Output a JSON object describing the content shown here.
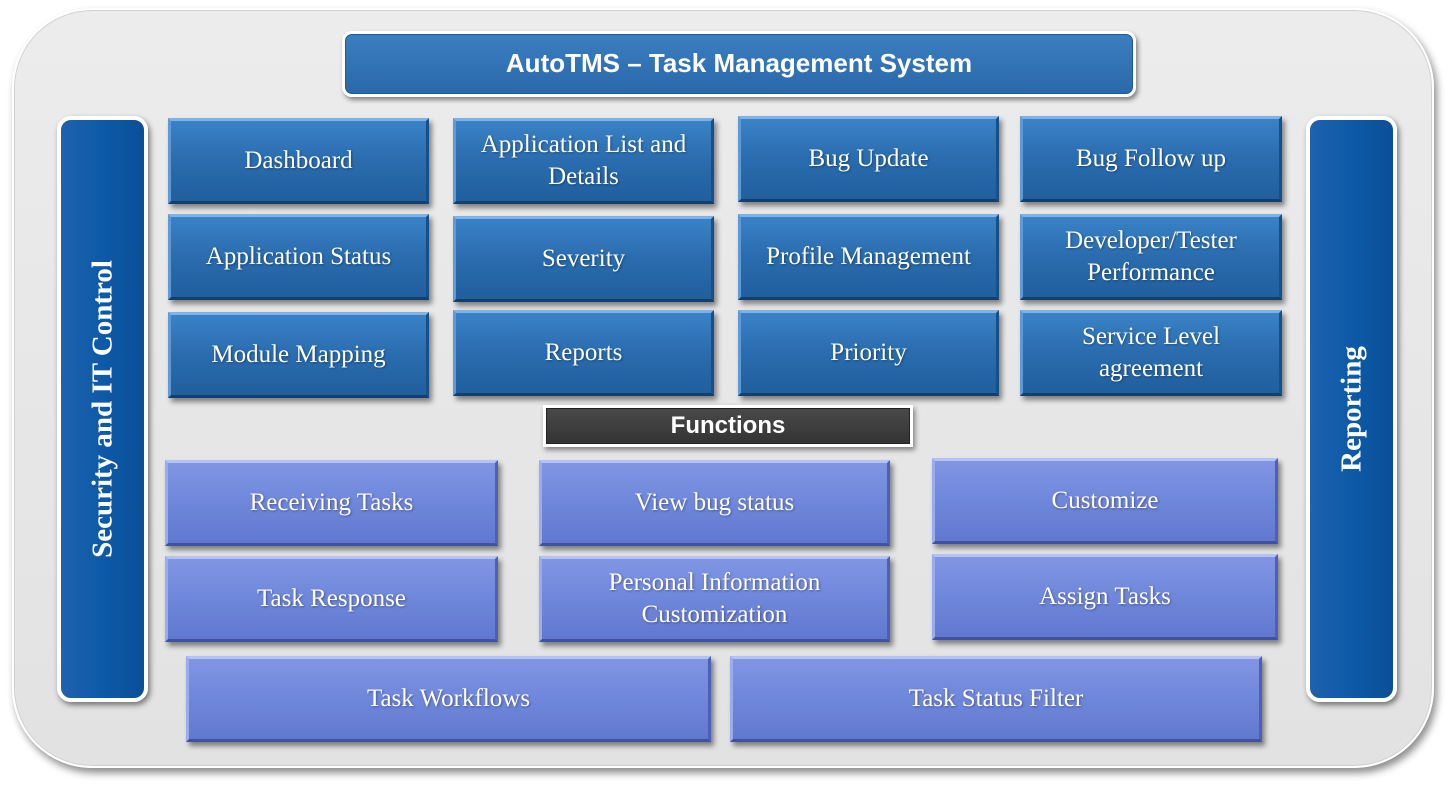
{
  "title": "AutoTMS – Task Management System",
  "left_panel": "Security and IT Control",
  "right_panel": "Reporting",
  "functions_label": "Functions",
  "modules": [
    "Dashboard",
    "Application List and Details",
    "Bug Update",
    "Bug Follow up",
    "Application Status",
    "Severity",
    "Profile Management",
    "Developer/Tester Performance",
    "Module Mapping",
    "Reports",
    "Priority",
    "Service Level agreement"
  ],
  "functions": [
    "Receiving Tasks",
    "View bug status",
    "Customize",
    "Task Response",
    "Personal Information Customization",
    "Assign Tasks",
    "Task Workflows",
    "Task Status Filter"
  ],
  "colors": {
    "module_blue": "#2a6cae",
    "function_periwinkle": "#6f87da",
    "side_panel_blue": "#0d5aa8",
    "functions_label_dark": "#3a3a3a",
    "background_gray": "#e6e6e6"
  }
}
